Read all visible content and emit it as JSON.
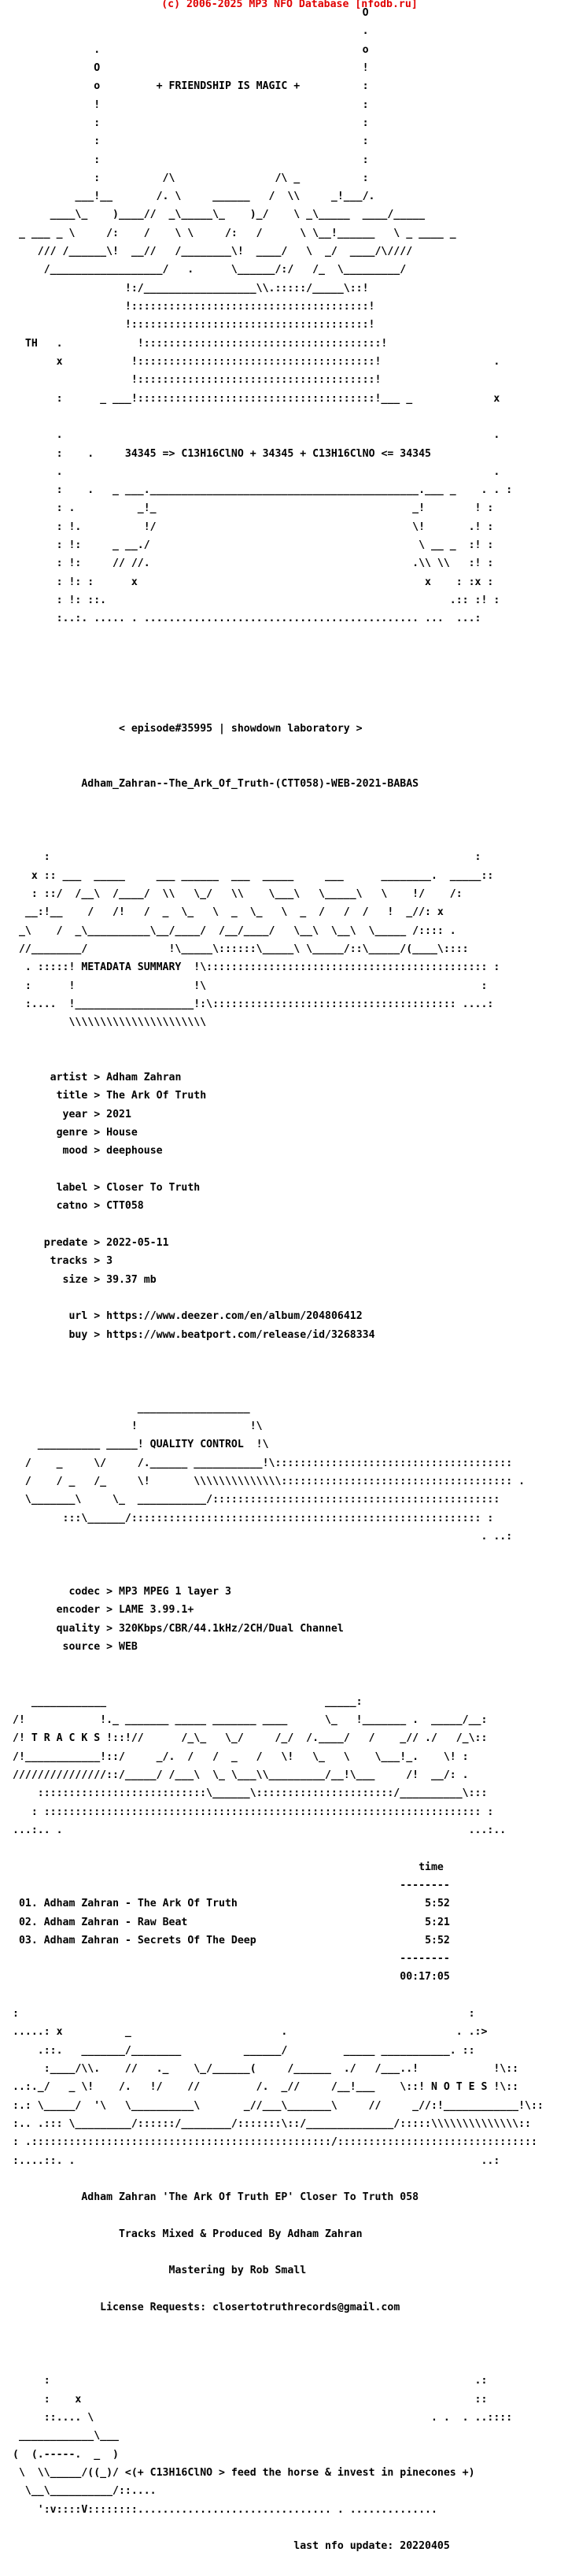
{
  "header": {
    "copyright": "(c) 2006-2025 MP3 NFO Database [nfodb.ru]",
    "color": "#e00000"
  },
  "intro": {
    "tagline": "+ FRIENDSHIP IS MAGIC +",
    "formula": "34345 => C13H16ClNO + 34345 + C13H16ClNO <= 34345",
    "episode": "< episode#35995 | showdown laboratory >",
    "release_name": "Adham_Zahran--The_Ark_Of_Truth-(CTT058)-WEB-2021-BABAS"
  },
  "metadata": {
    "section_title": "METADATA SUMMARY",
    "fields": [
      {
        "key": "artist",
        "value": "Adham Zahran"
      },
      {
        "key": "title",
        "value": "The Ark Of Truth"
      },
      {
        "key": "year",
        "value": "2021"
      },
      {
        "key": "genre",
        "value": "House"
      },
      {
        "key": "mood",
        "value": "deephouse"
      },
      {
        "key": "label",
        "value": "Closer To Truth"
      },
      {
        "key": "catno",
        "value": "CTT058"
      },
      {
        "key": "predate",
        "value": "2022-05-11"
      },
      {
        "key": "tracks",
        "value": "3"
      },
      {
        "key": "size",
        "value": "39.37 mb"
      },
      {
        "key": "url",
        "value": "https://www.deezer.com/en/album/204806412"
      },
      {
        "key": "buy",
        "value": "https://www.beatport.com/release/id/3268334"
      }
    ]
  },
  "quality": {
    "section_title": "QUALITY CONTROL",
    "fields": [
      {
        "key": "codec",
        "value": "MP3 MPEG 1 layer 3"
      },
      {
        "key": "encoder",
        "value": "LAME 3.99.1+"
      },
      {
        "key": "quality",
        "value": "320Kbps/CBR/44.1kHz/2CH/Dual Channel"
      },
      {
        "key": "source",
        "value": "WEB"
      }
    ]
  },
  "tracklist": {
    "section_title": "T R A C K S",
    "time_header": "time",
    "tracks": [
      {
        "num": "01.",
        "title": "Adham Zahran - The Ark Of Truth",
        "time": "5:52"
      },
      {
        "num": "02.",
        "title": "Adham Zahran - Raw Beat",
        "time": "5:21"
      },
      {
        "num": "03.",
        "title": "Adham Zahran - Secrets Of The Deep",
        "time": "5:52"
      }
    ],
    "total_time": "00:17:05"
  },
  "notes": {
    "section_title": "N O T E S",
    "lines": [
      "Adham Zahran 'The Ark Of Truth EP' Closer To Truth 058",
      "Tracks Mixed & Produced By Adham Zahran",
      "Mastering by Rob Small",
      "License Requests: closertotruthrecords@gmail.com"
    ]
  },
  "footer": {
    "motto": "<(+ C13H16ClNO > feed the horse & invest in pinecones +)",
    "last_update": "last nfo update: 20220405"
  },
  "lines": [
    "                                                        O",
    "                                                        .",
    "             .                                          o",
    "             O                                          !",
    "             o         + FRIENDSHIP IS MAGIC +          :",
    "             !                                          :",
    "             :                                          :",
    "             :                                          :",
    "             :                                          :",
    "             :          /\\                /\\ _        :   .",
    "          ___!__       /. \\     ______   /  \\\\     _!___/",
    "      ____\\_    )____//   _\\_____\\_    )__/   \\__\\_____  _/",
    " _ ___ _ \\     /:    /    \\ \\     /:   /      \\ \\__!____/  \\__/___",
    "    /// /______\\!  __//   /________\\!  ____/   \\  _/  ____/\\ _____ _",
    "     /__________________/   .      \\______/:/   /_  \\_________/////",
    "                  !:/__________________\\\\.::::::/___\\::!",
    "                  !::::::::::::::::::::::::::::::::::::::!",
    "                  !::::::::::::::::::::::::::::::::::::::!",
    "      .            !::::::::::::::::::::::::::::::::::::::!",
    "      x            !::::::::::::::::::::::::::::::::::::::!           .",
    "                   !::::::::::::::::::::::::::::::::::::::!",
    "      :      _ ___!::::::::::::::::::::::::::::::::::::::!___ _       x",
    "",
    "      .                                                              .",
    "      :    .     {{formula}}",
    "      .                                                              .",
    "      :    .    _ ___.___________________________________________.___ _   . . :",
    "      : .          _!_                                         _!     !  :",
    "      : !.          !/                                        \\!    .!  :",
    "      : !:      _ __./                                          \\ __ _ :!  :",
    "      : !:     // //.                                           .\\\\ \\\\  :!  :",
    "      : !: :      x                                               x   : :x :",
    "      : !: ::.                                                     .:: :! :",
    "      :..:. ..... . .......................................... ...  ...:",
    "",
    "",
    "",
    "",
    "",
    "                 {{episode}}",
    "",
    "",
    "           {{release_name}}",
    "",
    "",
    "",
    "                                                                     :",
    "   x :: ___  _____      ___ _____   ___  _____    ___    _______. ____::",
    "   : ::/ /__\\ /____/   \\\\  \\_/  \\\\   \\___\\ \\_____\\  \\    !/   /:",
    "  __:!__  /  /!  /  _  \\_  \\  _  \\_  \\  _  /  /  /  !  _//: x",
    " _\\    /  _\\_________\\__/____/ /__/____/  \\__\\ \\__\\  \\_____ /:::: .",
    " //________/            !\\_____\\::::::\\_____\\ \\_____/::\\_____/(____\\:::: ",
    "  . :::::! {{metadata_title}}  !\\:::::::::::::::::::::::::::::::::::::::::: :",
    "   :     !                   !\\                                              ",
    "  :....  !___________________!:\\:::::::::::::::::::::::::::::::::::::::::: :",
    "         \\\\\\\\\\\\\\\\\\\\\\\\\\\\\\\\\\\\\\\\\\\\                                          . ....:"
  ]
}
